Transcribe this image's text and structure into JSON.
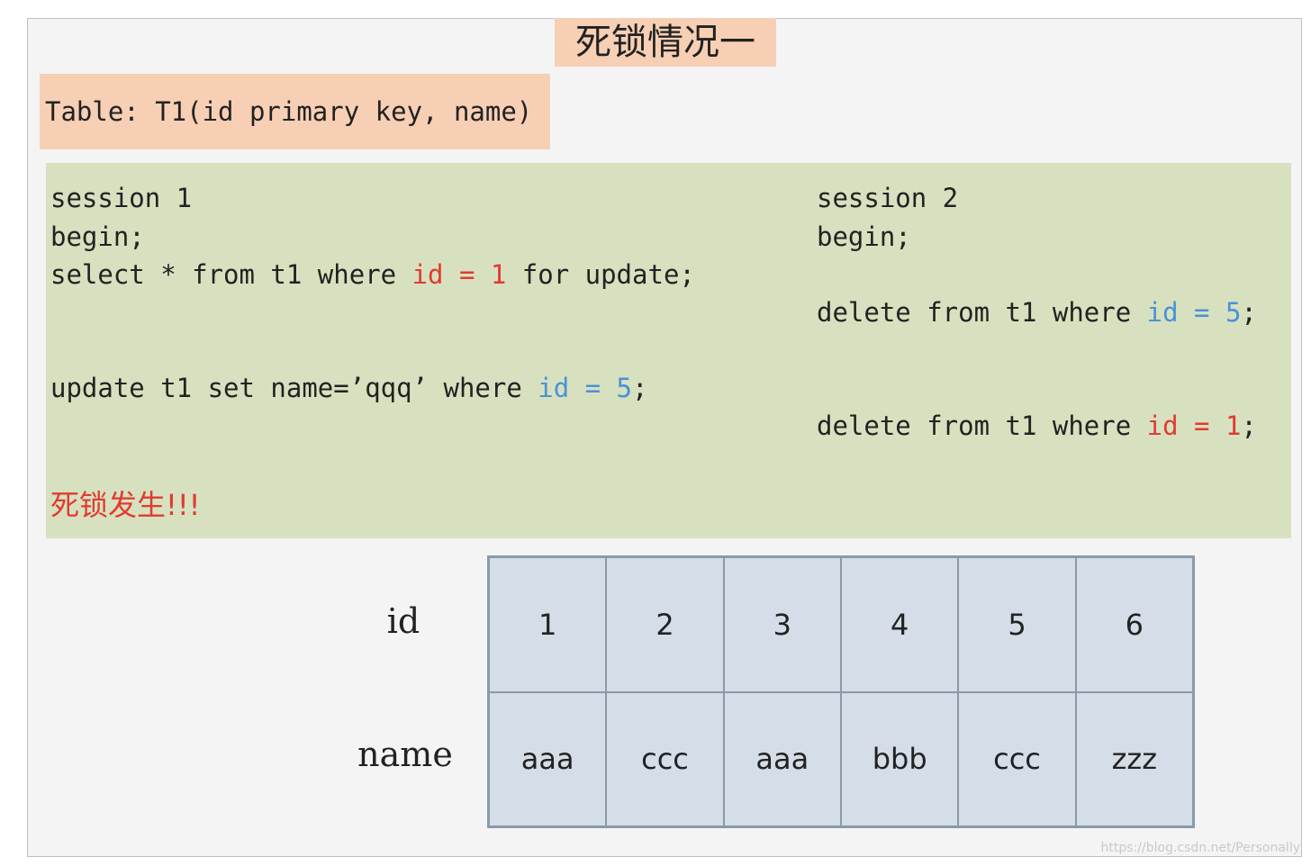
{
  "title": "死锁情况一",
  "table_def": "Table: T1(id primary key, name)",
  "session1": {
    "header": "session 1",
    "begin": "begin;",
    "select": {
      "prefix": "select * from t1 where ",
      "cond": "id = 1",
      "suffix": " for update;"
    },
    "update": {
      "prefix": "update t1 set name=’qqq’ where ",
      "cond": "id = 5",
      "suffix": ";"
    }
  },
  "session2": {
    "header": "session 2",
    "begin": "begin;",
    "delete5": {
      "prefix": "delete from t1 where ",
      "cond": "id = 5",
      "suffix": ";"
    },
    "delete1": {
      "prefix": "delete from t1 where ",
      "cond": "id = 1",
      "suffix": ";"
    }
  },
  "deadlock_text": "死锁发生!!!",
  "grid": {
    "id_label": "id",
    "name_label": "name",
    "ids": [
      "1",
      "2",
      "3",
      "4",
      "5",
      "6"
    ],
    "names": [
      "aaa",
      "ccc",
      "aaa",
      "bbb",
      "ccc",
      "zzz"
    ]
  },
  "watermark": "https://blog.csdn.net/Personally",
  "colors": {
    "highlight_red": "#e03b30",
    "highlight_blue": "#4a90d9",
    "title_bg": "#f7cfb4",
    "code_bg": "#d7e1bf",
    "cell_bg": "#d4dde8"
  }
}
